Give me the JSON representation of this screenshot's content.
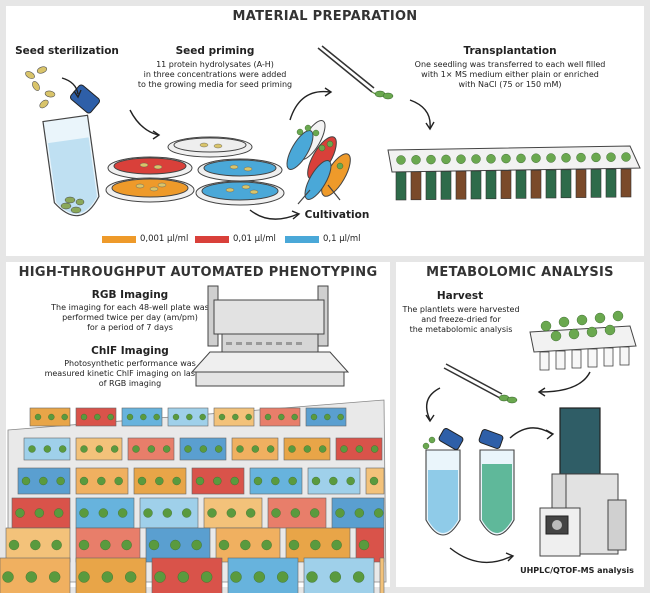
{
  "headers": {
    "material": "MATERIAL PREPARATION",
    "phenotyping": "HIGH-THROUGHPUT AUTOMATED PHENOTYPING",
    "metabolomic": "METABOLOMIC ANALYSIS"
  },
  "material": {
    "seed_sterilization": "Seed sterilization",
    "seed_priming_title": "Seed priming",
    "seed_priming_desc": [
      "11 protein hydrolysates (A-H)",
      "in three concentrations were added",
      "to the growing media for seed priming"
    ],
    "transplantation_title": "Transplantation",
    "transplantation_desc": [
      "One seedling was transferred to each well filled",
      "with 1× MS medium either plain or enriched",
      "with NaCl  (75 or 150 mM)"
    ],
    "cultivation": "Cultivation",
    "legend": [
      {
        "label": "0,001 µl/ml",
        "color": "#ee9a2a"
      },
      {
        "label": "0,01 µl/ml",
        "color": "#d9403a"
      },
      {
        "label": "0,1 µl/ml",
        "color": "#4aa8d8"
      }
    ]
  },
  "phenotyping": {
    "rgb_title": "RGB Imaging",
    "rgb_desc": [
      "The imaging for each 48-well plate was",
      "performed twice per day (am/pm)",
      "for a period of 7 days"
    ],
    "chlf_title": "ChlF Imaging",
    "chlf_desc": [
      "Photosynthetic performance was",
      "measured kinetic ChlF imaging on last day",
      "of RGB imaging"
    ]
  },
  "metabolomic": {
    "harvest_title": "Harvest",
    "harvest_desc": [
      "The plantlets were harvested",
      "and freeze-dried for",
      "the metabolomic analysis"
    ],
    "instrument": "UHPLC/QTOF-MS analysis"
  }
}
